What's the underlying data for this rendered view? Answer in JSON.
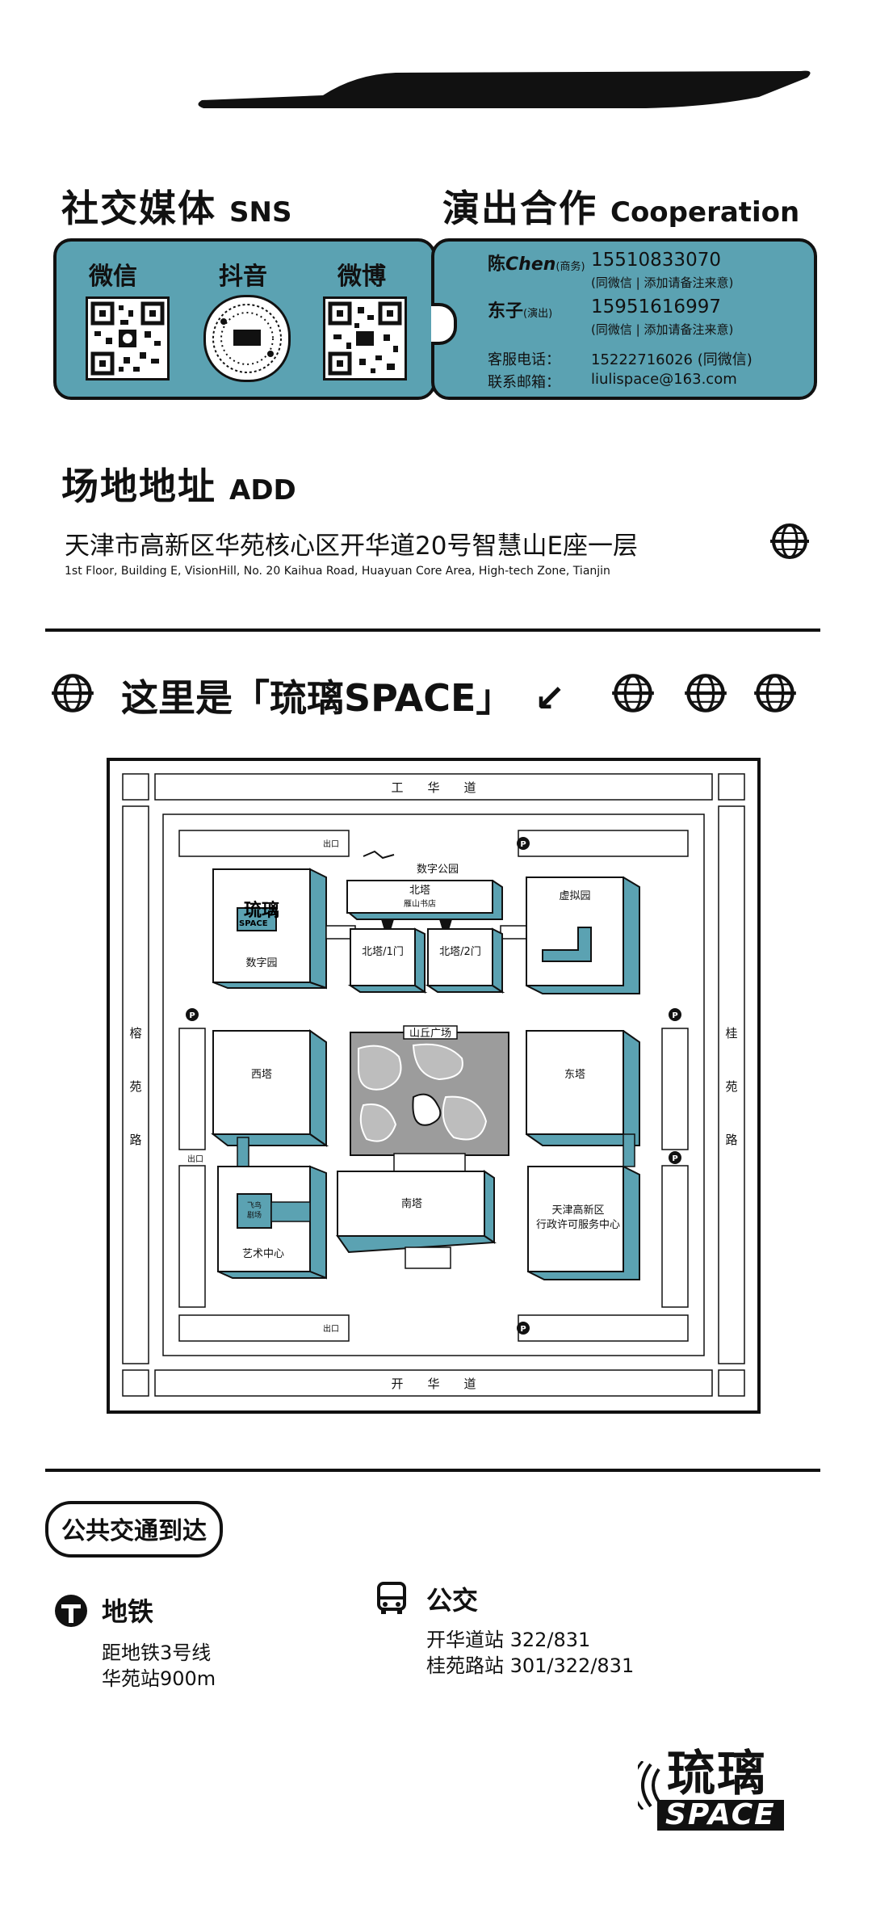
{
  "sns": {
    "title_cn": "社交媒体",
    "title_en": "SNS",
    "items": [
      {
        "label": "微信",
        "icon": "wechat-qr-icon"
      },
      {
        "label": "抖音",
        "icon": "douyin-qr-icon"
      },
      {
        "label": "微博",
        "icon": "weibo-qr-icon"
      }
    ]
  },
  "coop": {
    "title_cn": "演出合作",
    "title_en": "Cooperation",
    "contacts": [
      {
        "name": "陈",
        "name_en": "Chen",
        "role": "(商务)",
        "phone": "15510833070",
        "note": "(同微信 | 添加请备注来意)"
      },
      {
        "name": "东子",
        "name_en": "",
        "role": "(演出)",
        "phone": "15951616997",
        "note": "(同微信 | 添加请备注来意)"
      }
    ],
    "service_label": "客服电话：",
    "service_value": "15222716026 (同微信)",
    "email_label": "联系邮箱：",
    "email_value": "liulispace@163.com"
  },
  "address": {
    "title_cn": "场地地址",
    "title_en": "ADD",
    "cn": "天津市高新区华苑核心区开华道20号智慧山E座一层",
    "en": "1st Floor, Building E, VisionHill, No. 20 Kaihua Road, Huayuan Core Area, High-tech Zone, Tianjin"
  },
  "here": {
    "title": "这里是「琉璃SPACE」",
    "arrow": "↙"
  },
  "map": {
    "road_top": "工　　华　　道",
    "road_bottom": "开　　华　　道",
    "road_left": [
      "榕",
      "苑",
      "路"
    ],
    "road_right": [
      "桂",
      "苑",
      "路"
    ],
    "exit": "出口",
    "parking": "P",
    "buildings": {
      "digital_park": "数字公园",
      "north_tower": "北塔",
      "bookstore": "雁山书店",
      "virtual_park": "虚拟园",
      "north_gate1": "北塔/1门",
      "north_gate2": "北塔/2门",
      "digital_garden": "数字园",
      "hill_square": "山丘广场",
      "west_tower": "西塔",
      "east_tower": "东塔",
      "south_tower": "南塔",
      "art_center": "艺术中心",
      "theater_1": "飞鸟",
      "theater_2": "剧场",
      "service_1": "天津高新区",
      "service_2": "行政许可服务中心",
      "logo_cn": "琉璃",
      "logo_en": "SPACE"
    }
  },
  "transport": {
    "title": "公共交通到达",
    "metro_label": "地铁",
    "metro_lines": [
      "距地铁3号线",
      "华苑站900m"
    ],
    "bus_label": "公交",
    "bus_lines": [
      "开华道站 322/831",
      "桂苑路站 301/322/831"
    ]
  },
  "logo": {
    "cn": "琉璃",
    "en": "SPACE"
  },
  "colors": {
    "accent": "#5ba2b2",
    "ink": "#111111",
    "building": "#ffffff",
    "hill": "#9c9c9c"
  }
}
